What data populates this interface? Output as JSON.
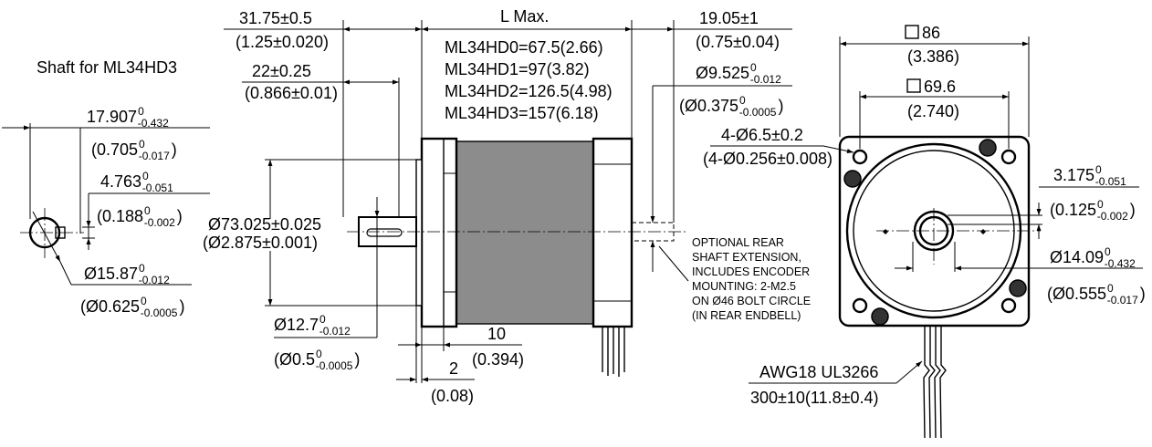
{
  "shaft_title": "Shaft for ML34HD3",
  "shaft_dims": {
    "len_main": "17.907",
    "len_tol_up": "0",
    "len_tol_dn": "-0.432",
    "len_inch_main": "(0.705",
    "len_inch_tol_up": "0",
    "len_inch_tol_dn": "-0.017",
    "len_inch_close": ")",
    "key_main": "4.763",
    "key_tol_up": "0",
    "key_tol_dn": "-0.051",
    "key_inch_main": "(0.188",
    "key_inch_tol_up": "0",
    "key_inch_tol_dn": "-0.002",
    "key_inch_close": ")",
    "dia_main": "Ø15.87",
    "dia_tol_up": "0",
    "dia_tol_dn": "-0.012",
    "dia_inch_main": "(Ø0.625",
    "dia_inch_tol_up": "0",
    "dia_inch_tol_dn": "-0.0005",
    "dia_inch_close": ")"
  },
  "side_dims": {
    "front_len": "31.75±0.5",
    "front_len_in": "(1.25±0.020)",
    "shaft_len": "22±0.25",
    "shaft_len_in": "(0.866±0.01)",
    "l_max": "L Max.",
    "models": [
      "ML34HD0=67.5(2.66)",
      "ML34HD1=97(3.82)",
      "ML34HD2=126.5(4.98)",
      "ML34HD3=157(6.18)"
    ],
    "rear_len": "19.05±1",
    "rear_len_in": "(0.75±0.04)",
    "rear_dia_main": "Ø9.525",
    "rear_dia_tol_up": "0",
    "rear_dia_tol_dn": "-0.012",
    "rear_dia_in_main": "(Ø0.375",
    "rear_dia_in_tol_up": "0",
    "rear_dia_in_tol_dn": "-0.0005",
    "rear_dia_in_close": ")",
    "pilot_dia": "Ø73.025±0.025",
    "pilot_dia_in": "(Ø2.875±0.001)",
    "shaft_dia_main": "Ø12.7",
    "shaft_dia_tol_up": "0",
    "shaft_dia_tol_dn": "-0.012",
    "shaft_dia_in_main": "(Ø0.5",
    "shaft_dia_in_tol_up": "0",
    "shaft_dia_in_tol_dn": "-0.0005",
    "shaft_dia_in_close": ")",
    "flange": "10",
    "flange_in": "(0.394)",
    "pilot_h": "2",
    "pilot_h_in": "(0.08)"
  },
  "note_lines": [
    "OPTIONAL REAR",
    "SHAFT EXTENSION,",
    "INCLUDES ENCODER",
    "MOUNTING: 2-M2.5",
    "ON Ø46 BOLT CIRCLE",
    "(IN REAR ENDBELL)"
  ],
  "front_dims": {
    "square_outer": "86",
    "square_outer_in": "(3.386)",
    "square_inner": "69.6",
    "square_inner_in": "(2.740)",
    "holes": "4-Ø6.5±0.2",
    "holes_in": "(4-Ø0.256±0.008)",
    "flat_main": "3.175",
    "flat_tol_up": "0",
    "flat_tol_dn": "-0.051",
    "flat_in_main": "(0.125",
    "flat_in_tol_up": "0",
    "flat_in_tol_dn": "-0.002",
    "flat_in_close": ")",
    "boss_main": "Ø14.09",
    "boss_tol_up": "0",
    "boss_tol_dn": "-0.432",
    "boss_in_main": "(Ø0.555",
    "boss_in_tol_up": "0",
    "boss_in_tol_dn": "-0.017",
    "boss_in_close": ")",
    "wire": "AWG18 UL3266",
    "wire_len": "300±10(11.8±0.4)"
  },
  "colors": {
    "body_fill": "#8c8c8c",
    "line": "#000000",
    "background": "#ffffff"
  }
}
